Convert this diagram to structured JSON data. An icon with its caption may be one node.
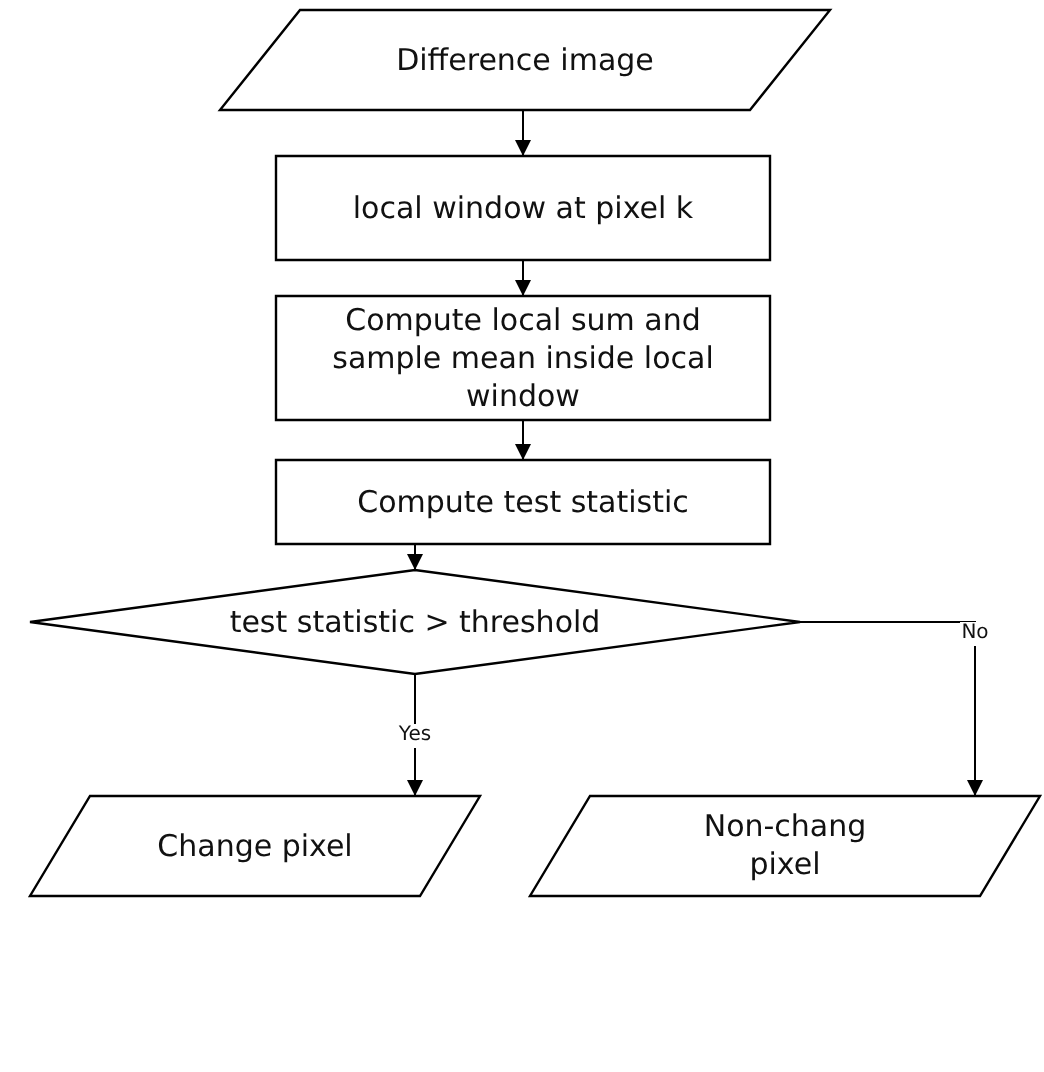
{
  "diagram": {
    "nodes": [
      {
        "text": [
          "Difference image"
        ]
      },
      {
        "text": [
          "local window at pixel k"
        ]
      },
      {
        "text": [
          "Compute local sum and sample mean inside local window"
        ]
      },
      {
        "text": [
          "Compute test statistic"
        ]
      },
      {
        "text": [
          "test statistic > threshold"
        ]
      },
      {
        "text": [
          "Change pixel"
        ]
      },
      {
        "text": [
          "Non-chang pixel"
        ]
      }
    ],
    "edges": [
      {
        "from": 0,
        "to": 1,
        "arrow": "to"
      },
      {
        "from": 1,
        "to": 2,
        "arrow": "to"
      },
      {
        "from": 2,
        "to": 3,
        "arrow": "to"
      },
      {
        "from": 3,
        "to": 4,
        "arrow": "to"
      },
      {
        "from": 4,
        "to": 5,
        "arrow": "to",
        "label": "Yes"
      },
      {
        "from": 4,
        "to": 6,
        "arrow": "to",
        "label": "No"
      }
    ]
  }
}
